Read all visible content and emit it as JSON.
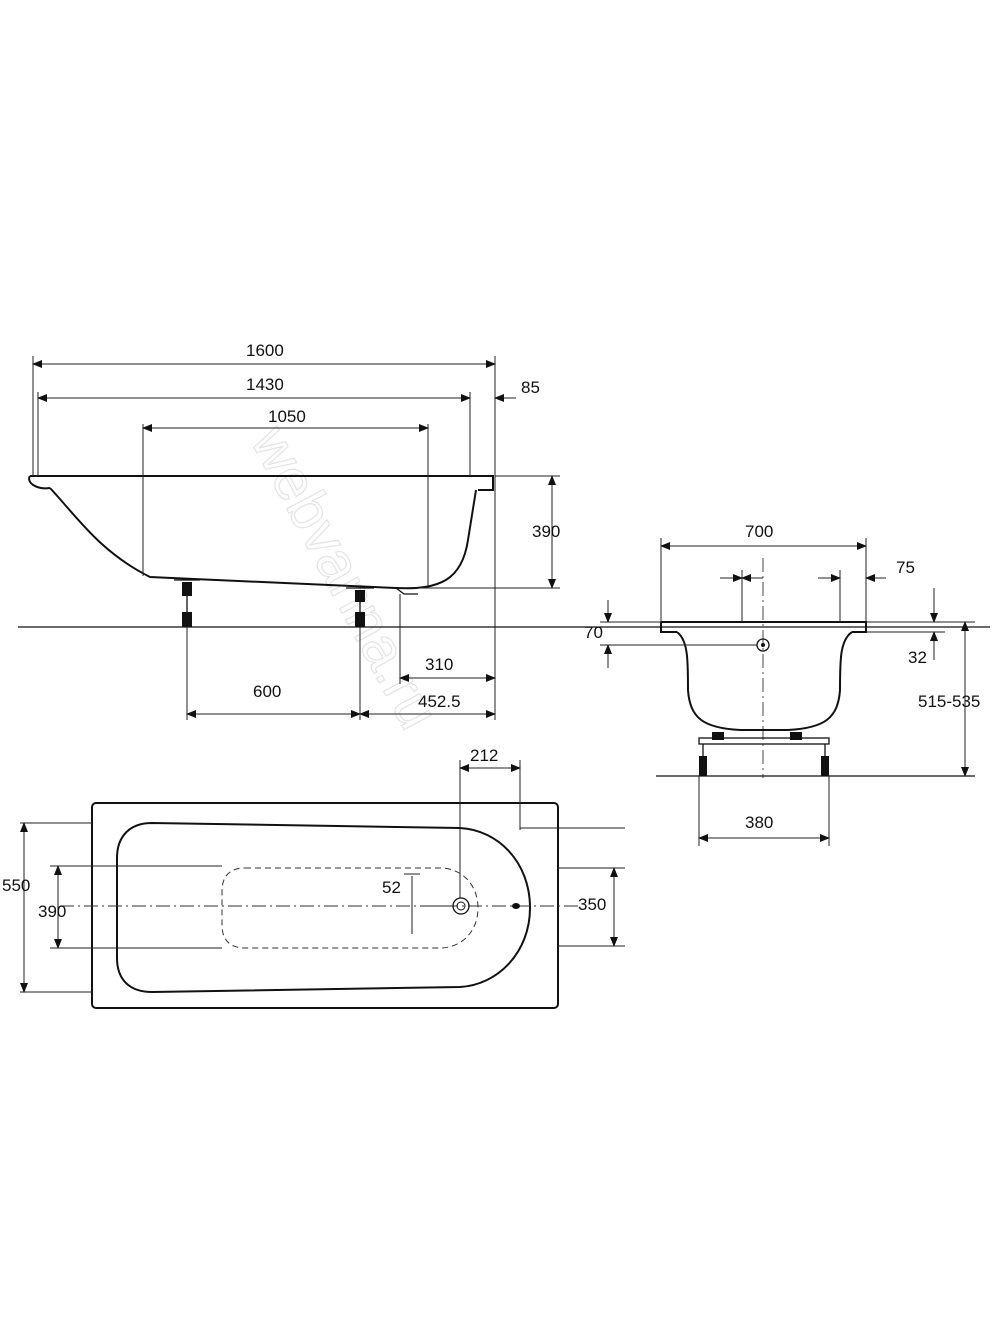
{
  "colors": {
    "line": "#111111",
    "background": "#ffffff",
    "watermark": "#e4e4e4"
  },
  "watermark": "webvanna.ru",
  "side_view": {
    "dim_total_length": "1600",
    "dim_inner_length": "1430",
    "dim_rim": "85",
    "dim_bottom_length": "1050",
    "dim_height": "390",
    "dim_leg_spacing": "600",
    "dim_drain_offset": "310",
    "dim_leg_to_end": "452.5"
  },
  "end_view": {
    "dim_width": "700",
    "dim_overflow": "75",
    "dim_rim_height": "70",
    "dim_rim_thickness": "32",
    "dim_installed_height": "515-535",
    "dim_frame_width": "380"
  },
  "top_view": {
    "dim_drain_from_end": "212",
    "dim_outer_width": "550",
    "dim_inner_width_left": "390",
    "dim_inner_width_right": "350",
    "dim_drain_diameter": "52"
  }
}
